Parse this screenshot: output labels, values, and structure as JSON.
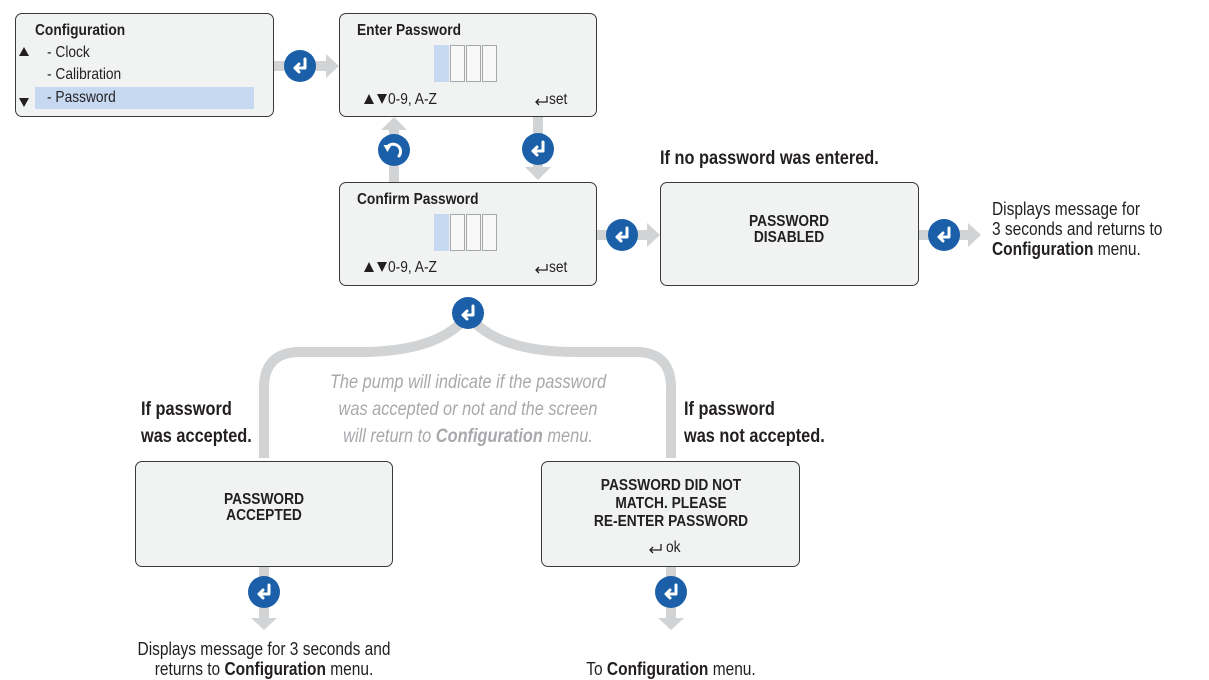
{
  "colors": {
    "accent": "#1a5fa8",
    "lcd_bg": "#f1f2f2",
    "highlight": "#c7d8f1",
    "connector": "#d1d3d4",
    "note_text": "#a7a9ac"
  },
  "config_panel": {
    "title": "Configuration",
    "items": [
      "- Clock",
      "- Calibration",
      "- Password"
    ],
    "selected_item": "- Password",
    "up_icon": "up-triangle",
    "down_icon": "down-triangle"
  },
  "enter_password_panel": {
    "title": "Enter Password",
    "keys_hint": "0-9, A-Z",
    "set_label": "set",
    "arrows_icon": "up-down-triangles",
    "enter_icon": "return-arrow"
  },
  "confirm_password_panel": {
    "title": "Confirm Password",
    "keys_hint": "0-9, A-Z",
    "set_label": "set",
    "arrows_icon": "up-down-triangles",
    "enter_icon": "return-arrow"
  },
  "disabled_branch": {
    "heading": "If no password was entered.",
    "screen_line1": "PASSWORD",
    "screen_line2": "DISABLED",
    "result_line1": "Displays message for",
    "result_line2": "3 seconds and returns to",
    "result_bold": "Configuration",
    "result_tail": " menu."
  },
  "note": {
    "line1": "The pump will indicate if the password",
    "line2": "was accepted or not and the screen",
    "line3_prefix": "will return to ",
    "line3_bold": "Configuration",
    "line3_suffix": " menu."
  },
  "accepted_branch": {
    "heading_line1": "If password",
    "heading_line2": "was accepted.",
    "screen_line1": "PASSWORD",
    "screen_line2": "ACCEPTED",
    "result_line1": "Displays message for 3 seconds and",
    "result_prefix": "returns to ",
    "result_bold": "Configuration",
    "result_tail": " menu."
  },
  "rejected_branch": {
    "heading_line1": "If password",
    "heading_line2": "was not accepted.",
    "screen_line1": "PASSWORD DID NOT",
    "screen_line2": "MATCH. PLEASE",
    "screen_line3": "RE-ENTER PASSWORD",
    "ok_label": "ok",
    "result_prefix": "To ",
    "result_bold": "Configuration",
    "result_tail": " menu."
  },
  "buttons": [
    "enter-button",
    "back-button"
  ]
}
